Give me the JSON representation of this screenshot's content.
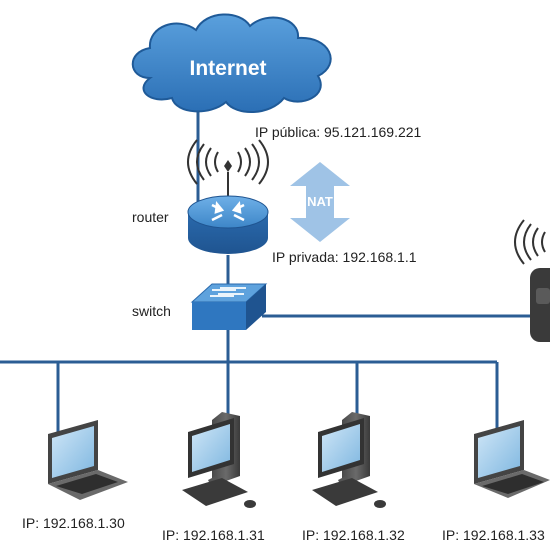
{
  "internet": {
    "label": "Internet"
  },
  "router": {
    "label": "router",
    "public_ip": "IP pública: 95.121.169.221",
    "private_ip": "IP privada: 192.168.1.1"
  },
  "nat": {
    "label": "NAT"
  },
  "switch": {
    "label": "switch"
  },
  "devices": [
    {
      "kind": "laptop",
      "ip": "IP: 192.168.1.30"
    },
    {
      "kind": "desktop",
      "ip": "IP: 192.168.1.31"
    },
    {
      "kind": "desktop",
      "ip": "IP: 192.168.1.32"
    },
    {
      "kind": "laptop",
      "ip": "IP: 192.168.1.33"
    }
  ],
  "colors": {
    "line": "#2b5d94",
    "cloud": "#3c83c9",
    "router": "#2f77c0",
    "nat_arrow": "#9fc3e6",
    "nat_text": "#ffffff"
  }
}
